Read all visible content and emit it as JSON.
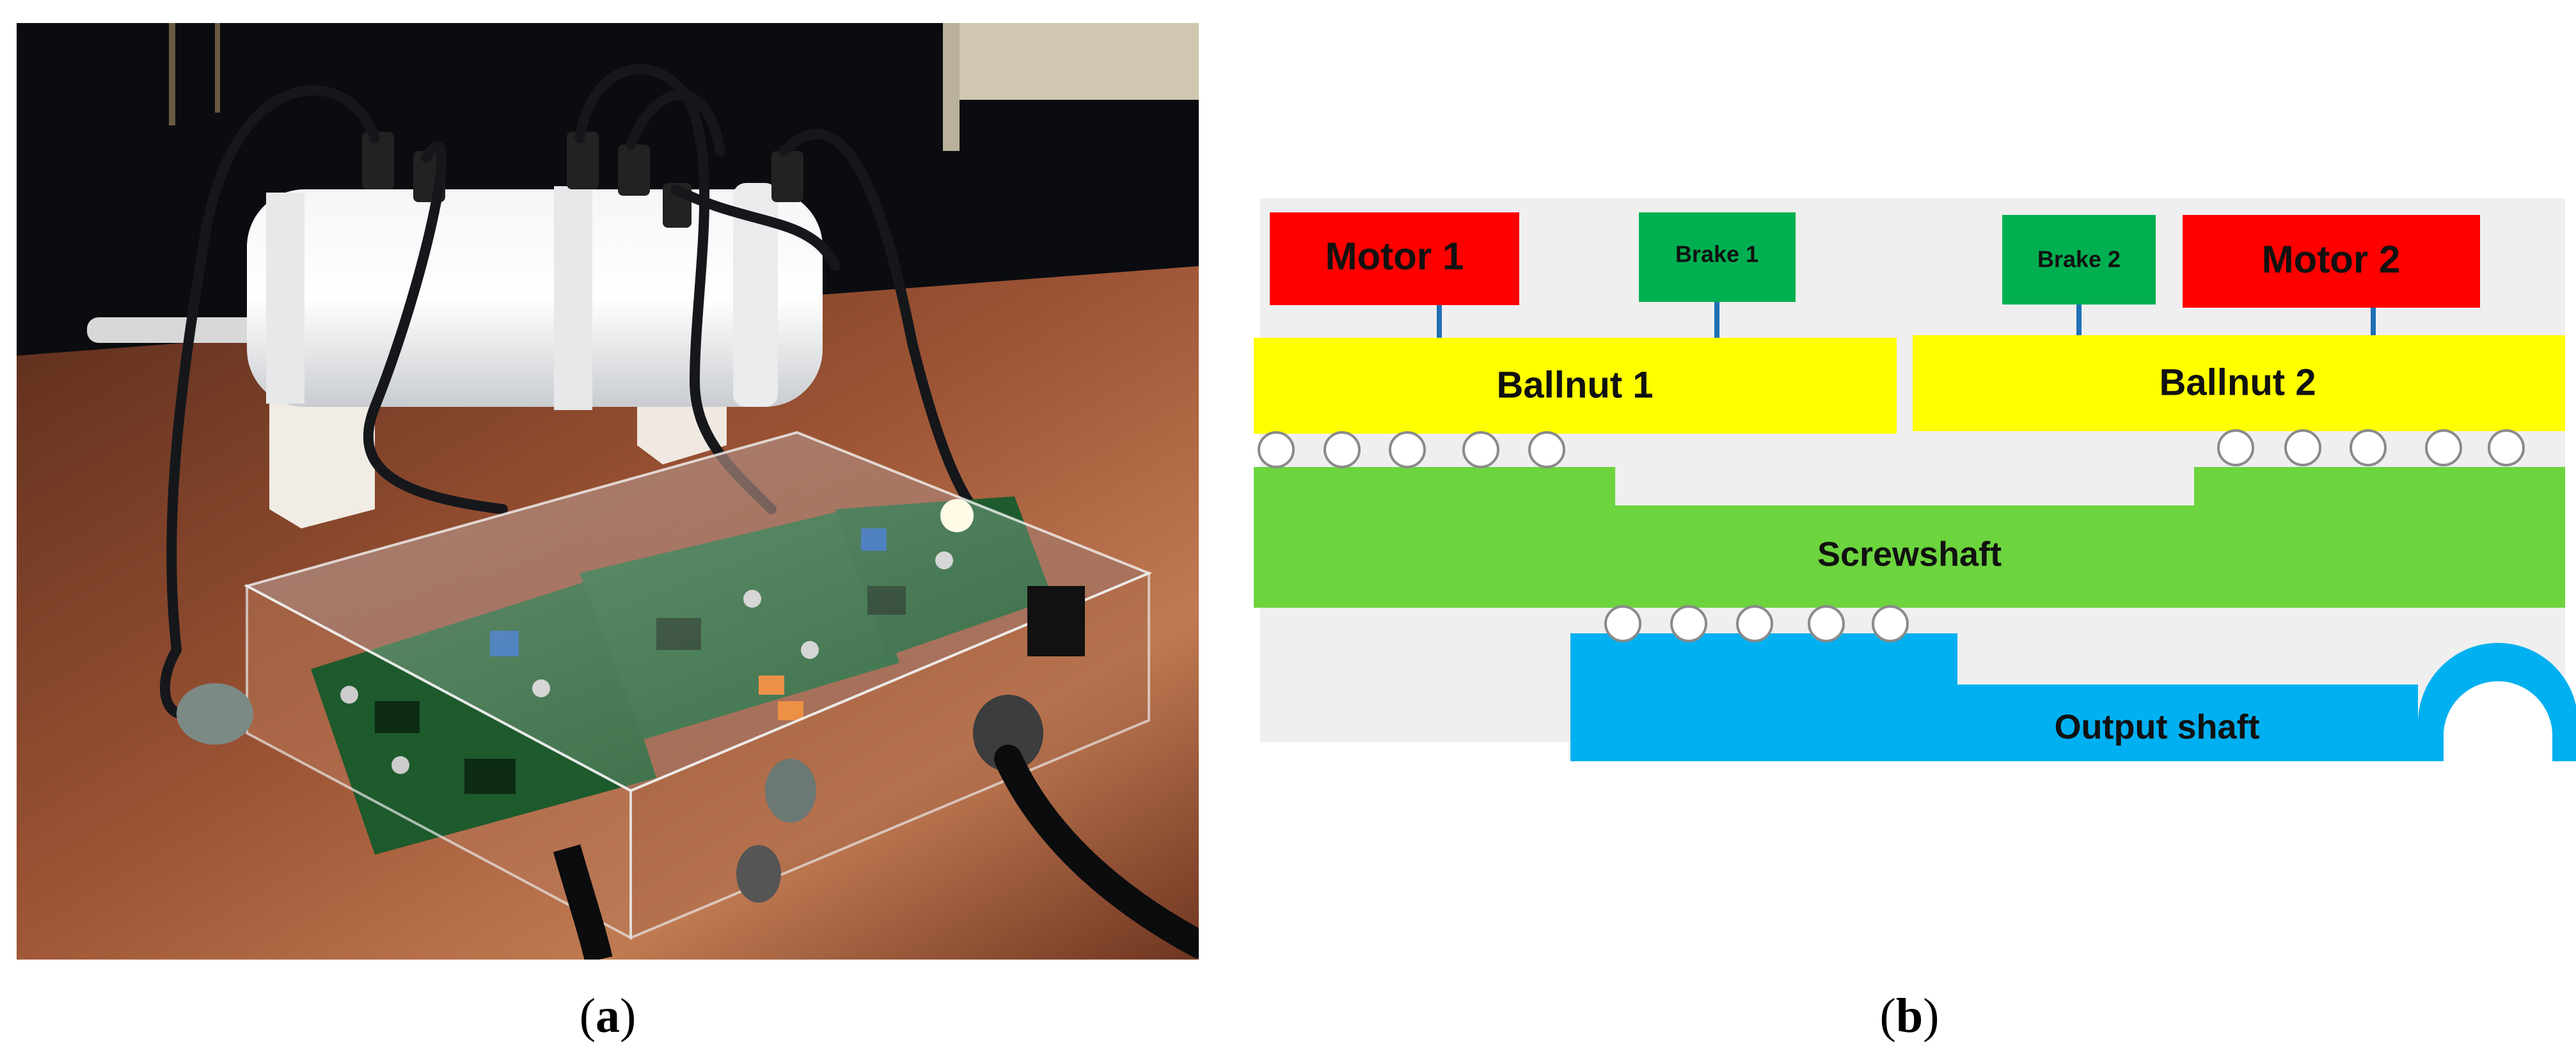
{
  "panel_a": {
    "caption_letter": "a"
  },
  "panel_b": {
    "caption_letter": "b",
    "labels": {
      "motor1": "Motor 1",
      "brake1": "Brake 1",
      "brake2": "Brake 2",
      "motor2": "Motor 2",
      "ballnut1": "Ballnut 1",
      "ballnut2": "Ballnut 2",
      "screwshaft": "Screwshaft",
      "output_shaft": "Output shaft"
    },
    "colors": {
      "motor": "#fe0000",
      "brake": "#00b050",
      "ballnut": "#ffff00",
      "screwshaft": "#6cd43d",
      "output_shaft": "#00b0f0",
      "background": "#efefef",
      "connector": "#1f6fb5"
    }
  }
}
